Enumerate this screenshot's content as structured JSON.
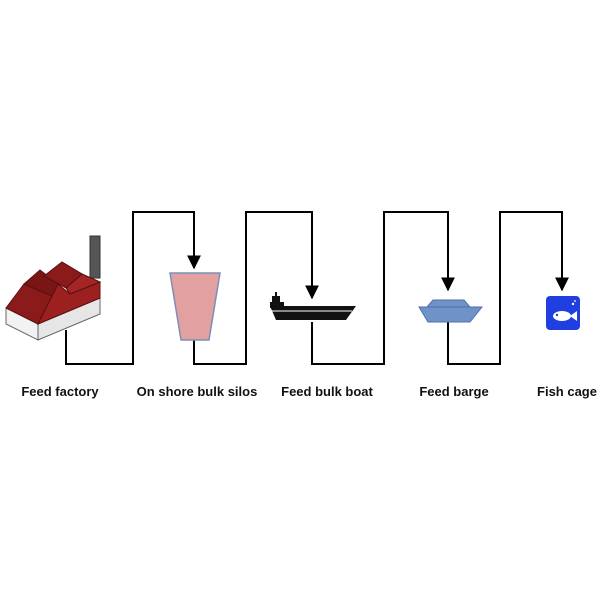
{
  "stages": [
    {
      "label": "Feed factory",
      "icon": "factory-icon"
    },
    {
      "label": "On shore bulk silos",
      "icon": "silo-icon"
    },
    {
      "label": "Feed bulk boat",
      "icon": "bulk-boat-icon"
    },
    {
      "label": "Feed barge",
      "icon": "barge-icon"
    },
    {
      "label": "Fish cage",
      "icon": "fish-cage-icon"
    }
  ],
  "colors": {
    "line": "#000000",
    "factory_roof": "#8b1a1a",
    "factory_wall": "#ffffff",
    "chimney": "#555555",
    "silo": "#e3a0a0",
    "silo_stroke": "#7a8fb8",
    "boat": "#111111",
    "barge": "#6f93c9",
    "fish_cage_bg": "#1f3fe0",
    "fish": "#ffffff"
  }
}
